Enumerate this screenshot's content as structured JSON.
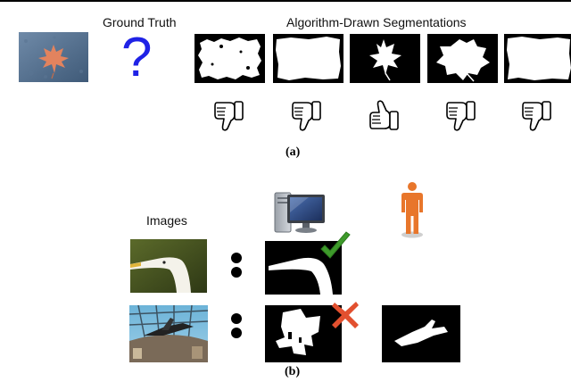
{
  "panel_a": {
    "ground_truth_label": "Ground Truth",
    "question_mark": "?",
    "segmentations_label": "Algorithm-Drawn Segmentations",
    "caption": "(a)",
    "votes": [
      "thumbs-down-icon",
      "thumbs-down-icon",
      "thumbs-up-icon",
      "thumbs-down-icon",
      "thumbs-down-icon"
    ]
  },
  "panel_b": {
    "images_label": "Images",
    "caption": "(b)",
    "row1_verdict": "check-mark-icon",
    "row2_verdict": "cross-mark-icon"
  },
  "colors": {
    "question_mark": "#1f22e6",
    "check": "#3e9a2b",
    "cross": "#e2502f",
    "person": "#e8762b"
  }
}
